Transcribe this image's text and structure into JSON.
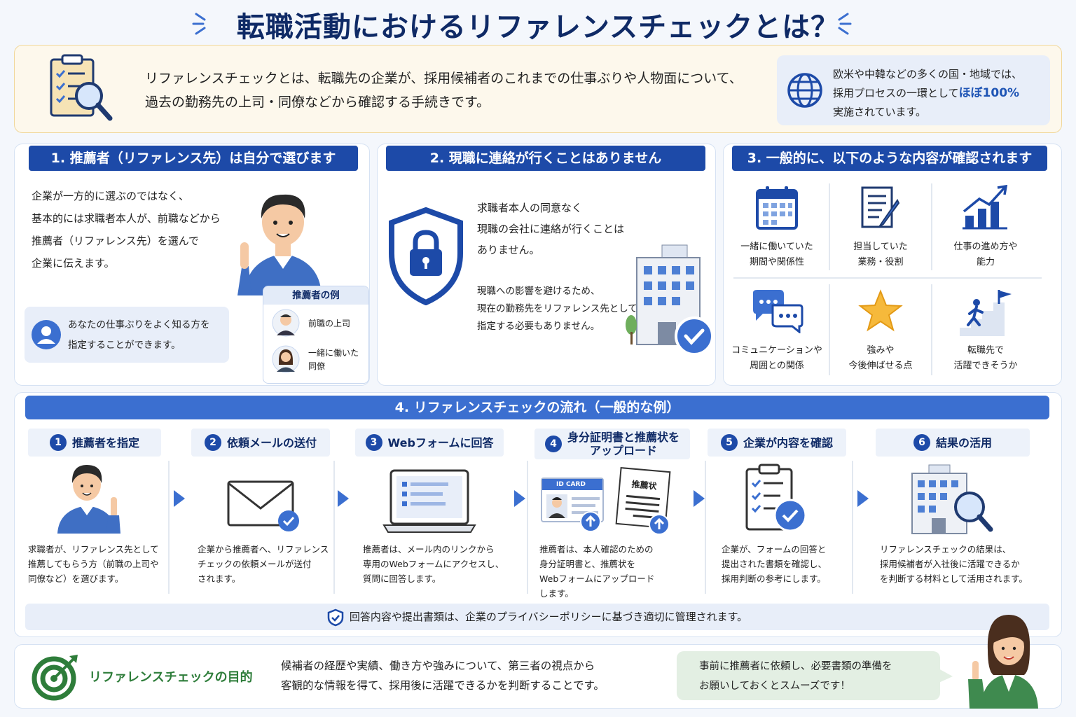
{
  "title": "転職活動におけるリファレンスチェックとは？",
  "intro": {
    "text_line1": "リファレンスチェックとは、転職先の企業が、採用候補者のこれまでの仕事ぶりや人物面について、",
    "text_line2": "過去の勤務先の上司・同僚などから確認する手続きです。",
    "side_line1": "欧米や中韓などの多くの国・地域では、",
    "side_line2_pre": "採用プロセスの一環として",
    "side_line2_hl": "ほぼ100%",
    "side_line3": "実施されています。"
  },
  "section1": {
    "heading": "1. 推薦者（リファレンス先）は自分で選びます",
    "lines": [
      "企業が一方的に選ぶのではなく、",
      "基本的には求職者本人が、前職などから",
      "推薦者（リファレンス先）を選んで",
      "企業に伝えます。"
    ],
    "note_line1": "あなたの仕事ぶりをよく知る方を",
    "note_line2": "指定することができます。",
    "example_title": "推薦者の例",
    "example1": "前職の上司",
    "example2_line1": "一緒に働いた",
    "example2_line2": "同僚"
  },
  "section2": {
    "heading": "2. 現職に連絡が行くことはありません",
    "lines": [
      "求職者本人の同意なく",
      "現職の会社に連絡が行くことは",
      "ありません。"
    ],
    "sub_lines": [
      "現職への影響を避けるため、",
      "現在の勤務先をリファレンス先として",
      "指定する必要もありません。"
    ]
  },
  "section3": {
    "heading": "3. 一般的に、以下のような内容が確認されます",
    "items": [
      {
        "line1": "一緒に働いていた",
        "line2": "期間や関係性"
      },
      {
        "line1": "担当していた",
        "line2": "業務・役割"
      },
      {
        "line1": "仕事の進め方や",
        "line2": "能力"
      },
      {
        "line1": "コミュニケーションや",
        "line2": "周囲との関係"
      },
      {
        "line1": "強みや",
        "line2": "今後伸ばせる点"
      },
      {
        "line1": "転職先で",
        "line2": "活躍できそうか"
      }
    ]
  },
  "flow": {
    "heading": "4. リファレンスチェックの流れ（一般的な例）",
    "steps": [
      {
        "num": "1",
        "title": "推薦者を指定",
        "desc": [
          "求職者が、リファレンス先として",
          "推薦してもらう方（前職の上司や",
          "同僚など）を選びます。"
        ]
      },
      {
        "num": "2",
        "title": "依頼メールの送付",
        "desc": [
          "企業から推薦者へ、リファレンス",
          "チェックの依頼メールが送付",
          "されます。"
        ]
      },
      {
        "num": "3",
        "title": "Webフォームに回答",
        "desc": [
          "推薦者は、メール内のリンクから",
          "専用のWebフォームにアクセスし、",
          "質問に回答します。"
        ]
      },
      {
        "num": "4",
        "title": "身分証明書と推薦状を",
        "title2": "アップロード",
        "desc": [
          "推薦者は、本人確認のための",
          "身分証明書と、推薦状を",
          "Webフォームにアップロード",
          "します。"
        ]
      },
      {
        "num": "5",
        "title": "企業が内容を確認",
        "desc": [
          "企業が、フォームの回答と",
          "提出された書類を確認し、",
          "採用判断の参考にします。"
        ]
      },
      {
        "num": "6",
        "title": "結果の活用",
        "desc": [
          "リファレンスチェックの結果は、",
          "採用候補者が入社後に活躍できるか",
          "を判断する材料として活用されます。"
        ]
      }
    ],
    "id_card_label": "ID CARD",
    "letter_label": "推薦状",
    "privacy_note": "回答内容や提出書類は、企業のプライバシーポリシーに基づき適切に管理されます。"
  },
  "purpose": {
    "title": "リファレンスチェックの目的",
    "line1": "候補者の経歴や実績、働き方や強みについて、第三者の視点から",
    "line2": "客観的な情報を得て、採用後に活躍できるかを判断することです。",
    "tip_line1": "事前に推薦者に依頼し、必要書類の準備を",
    "tip_line2": "お願いしておくとスムーズです！"
  },
  "colors": {
    "navy": "#0f2a66",
    "blue": "#1d4aa8",
    "accent": "#3b6fd0",
    "green": "#2e7d3a"
  }
}
